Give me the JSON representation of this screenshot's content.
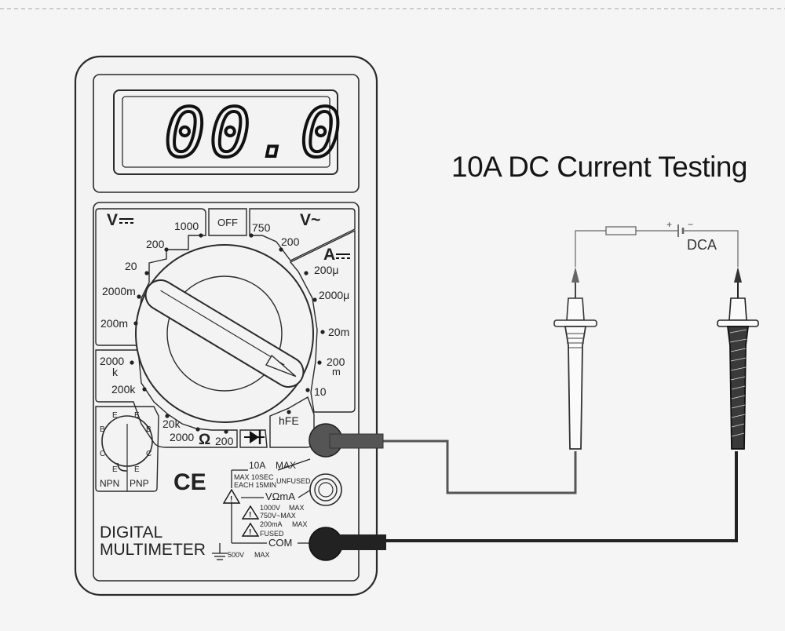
{
  "title": "10A DC Current Testing",
  "display": {
    "reading": "00.0"
  },
  "dial": {
    "voltage_dc": {
      "label": "V",
      "ranges": [
        "1000",
        "200",
        "20",
        "2000m",
        "200m"
      ]
    },
    "off": "OFF",
    "voltage_ac": {
      "label": "V~",
      "ranges": [
        "750",
        "200"
      ]
    },
    "current_dc": {
      "label": "A",
      "ranges": [
        "200μ",
        "2000μ",
        "20m",
        "200",
        "m",
        "10"
      ]
    },
    "hfe": "hFE",
    "resistance": {
      "symbol": "Ω",
      "ranges": [
        "2000",
        "k",
        "200k",
        "20k",
        "2000",
        "200"
      ]
    }
  },
  "transistor_socket": {
    "pins_npn": [
      "E",
      "B",
      "C",
      "E"
    ],
    "pins_pnp": [
      "E",
      "B",
      "C",
      "E"
    ],
    "npn": "NPN",
    "pnp": "PNP"
  },
  "ce_mark": "CE",
  "brand": {
    "line1": "DIGITAL",
    "line2": "MULTIMETER"
  },
  "jacks": {
    "ten_a": {
      "label": "10A",
      "suffix": "MAX",
      "note1": "MAX 10SEC",
      "note2": "EACH 15MIN",
      "note3": "UNFUSED"
    },
    "vohm": {
      "label": "VΩmA",
      "limit1": "1000V",
      "limit1_suffix": "MAX",
      "limit2": "750V~MAX",
      "limit3": "200mA",
      "limit3_suffix": "MAX",
      "fused": "FUSED"
    },
    "com": {
      "label": "COM",
      "max": "500V",
      "max_suffix": "MAX"
    }
  },
  "circuit": {
    "meter_label": "DCA",
    "plus": "+",
    "minus": "−"
  }
}
